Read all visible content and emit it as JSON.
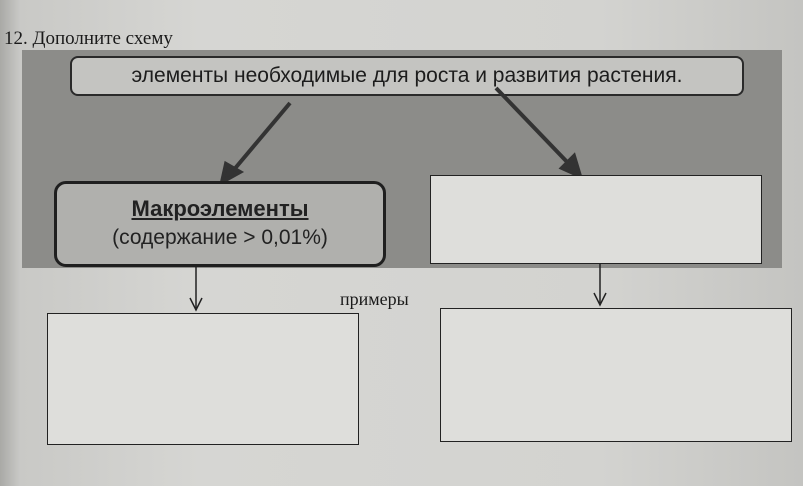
{
  "task": {
    "title": "12. Дополните схему"
  },
  "scheme": {
    "root": "элементы необходимые для роста и развития растения.",
    "left_heading": "Макроэлементы",
    "left_sub": "(содержание > 0,01%)",
    "examples_label": "примеры"
  }
}
